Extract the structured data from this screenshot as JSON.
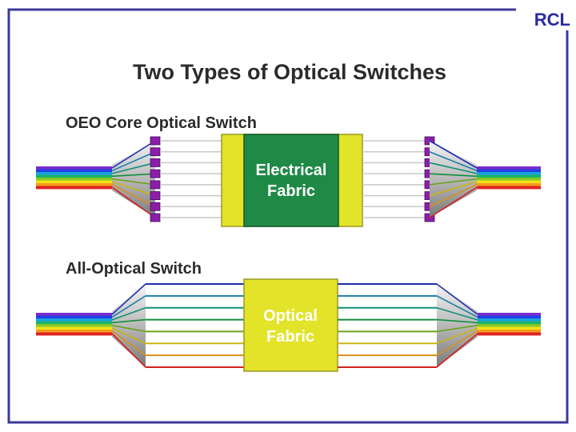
{
  "brand": {
    "label": "RCL",
    "color": "#2a2aa6"
  },
  "title": "Two Types of Optical Switches",
  "panels": [
    {
      "heading": "OEO Core Optical Switch",
      "fabric_label_lines": [
        "Electrical",
        "Fabric"
      ],
      "fabric_color": "#1f8a46",
      "frame_color": "#e3e32a",
      "converters": "purple squares",
      "converter_color": "#8b1fa8"
    },
    {
      "heading": "All-Optical Switch",
      "fabric_label_lines": [
        "Optical",
        "Fabric"
      ],
      "fabric_color": "#e3e32a"
    }
  ],
  "colors": {
    "frame": "#3b3b9a",
    "spectrum": [
      "#7a2bd0",
      "#2340e0",
      "#1aa0e0",
      "#19b36a",
      "#84c825",
      "#f2e21a",
      "#f59a1a",
      "#e02222"
    ],
    "channel_lines": [
      "#1f2fb0",
      "#1c7fa8",
      "#11907a",
      "#138e3e",
      "#6ca21e",
      "#c9b514",
      "#d8901a",
      "#d42020"
    ]
  }
}
